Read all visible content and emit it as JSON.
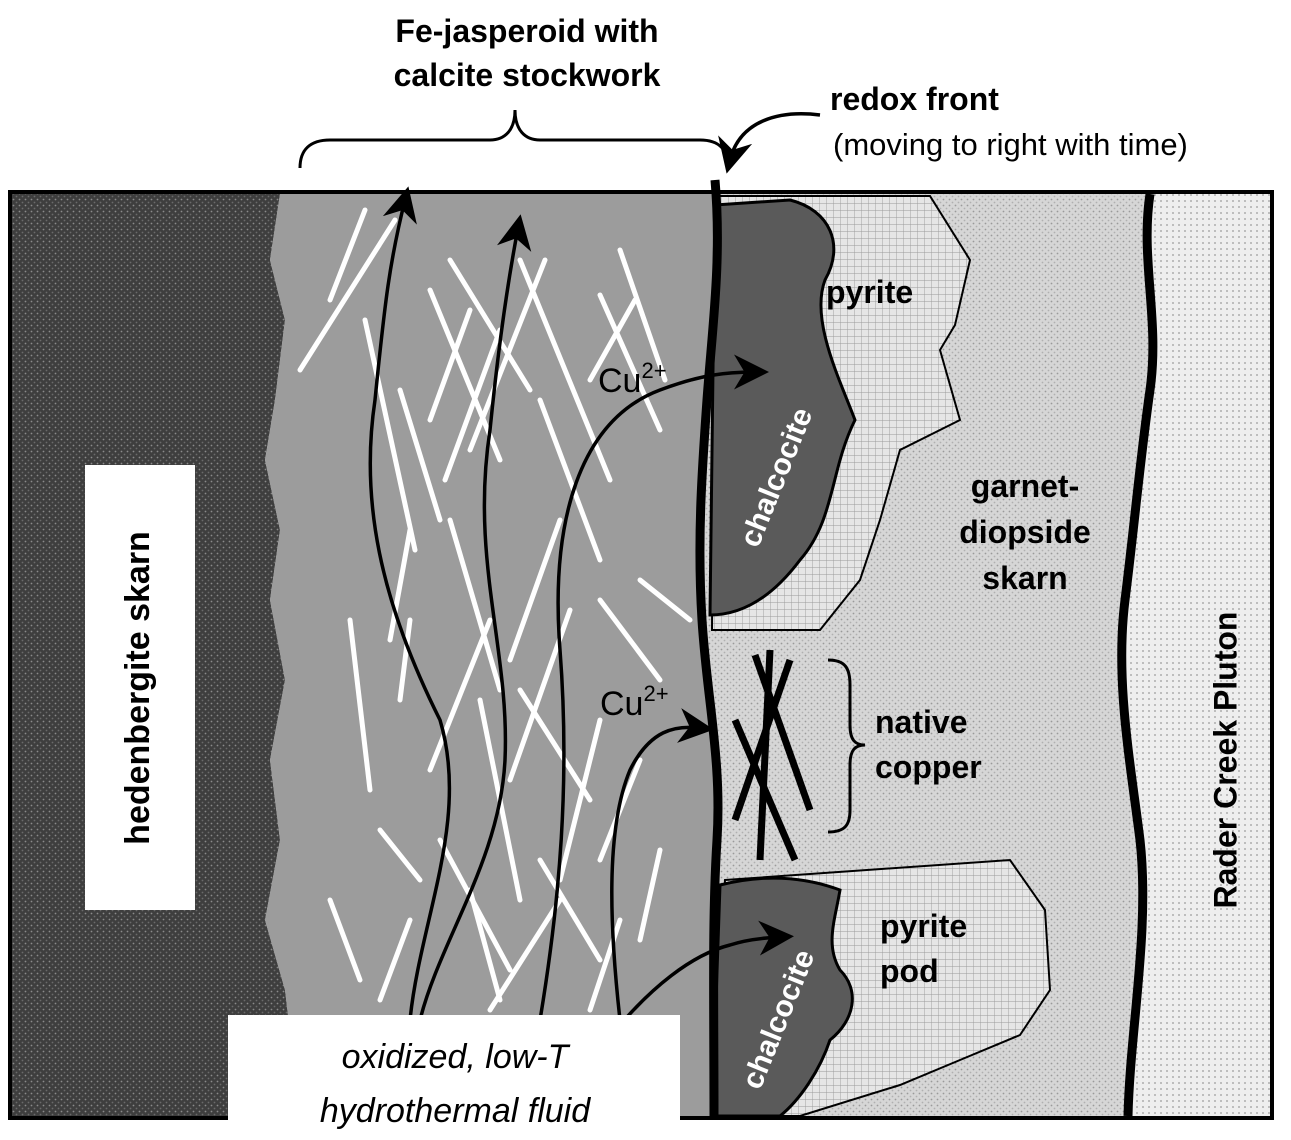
{
  "labels": {
    "fe_jasperoid_line1": "Fe-jasperoid with",
    "fe_jasperoid_line2": "calcite stockwork",
    "redox_front_line1": "redox front",
    "redox_front_line2": "(moving to right with time)",
    "pyrite": "pyrite",
    "chalcocite_upper": "chalcocite",
    "chalcocite_lower": "chalcocite",
    "cu_upper": "Cu",
    "cu_upper_sup": "2+",
    "cu_lower": "Cu",
    "cu_lower_sup": "2+",
    "garnet_line1": "garnet-",
    "garnet_line2": "diopside",
    "garnet_line3": "skarn",
    "native_line1": "native",
    "native_line2": "copper",
    "pyrite_pod_line1": "pyrite",
    "pyrite_pod_line2": "pod",
    "hedenbergite": "hedenbergite skarn",
    "rader_creek": "Rader Creek Pluton",
    "fluid_line1": "oxidized, low-T",
    "fluid_line2": "hydrothermal fluid"
  },
  "colors": {
    "hedenbergite_fill": "#3e3e3e",
    "jasperoid_fill": "#9c9c9c",
    "chalcocite_fill": "#5a5a5a",
    "pyrite_fill": "#e4e4e4",
    "skarn_fill": "#d4d4d4",
    "pluton_fill": "#ececec",
    "line": "#000000",
    "vein": "#ffffff"
  }
}
